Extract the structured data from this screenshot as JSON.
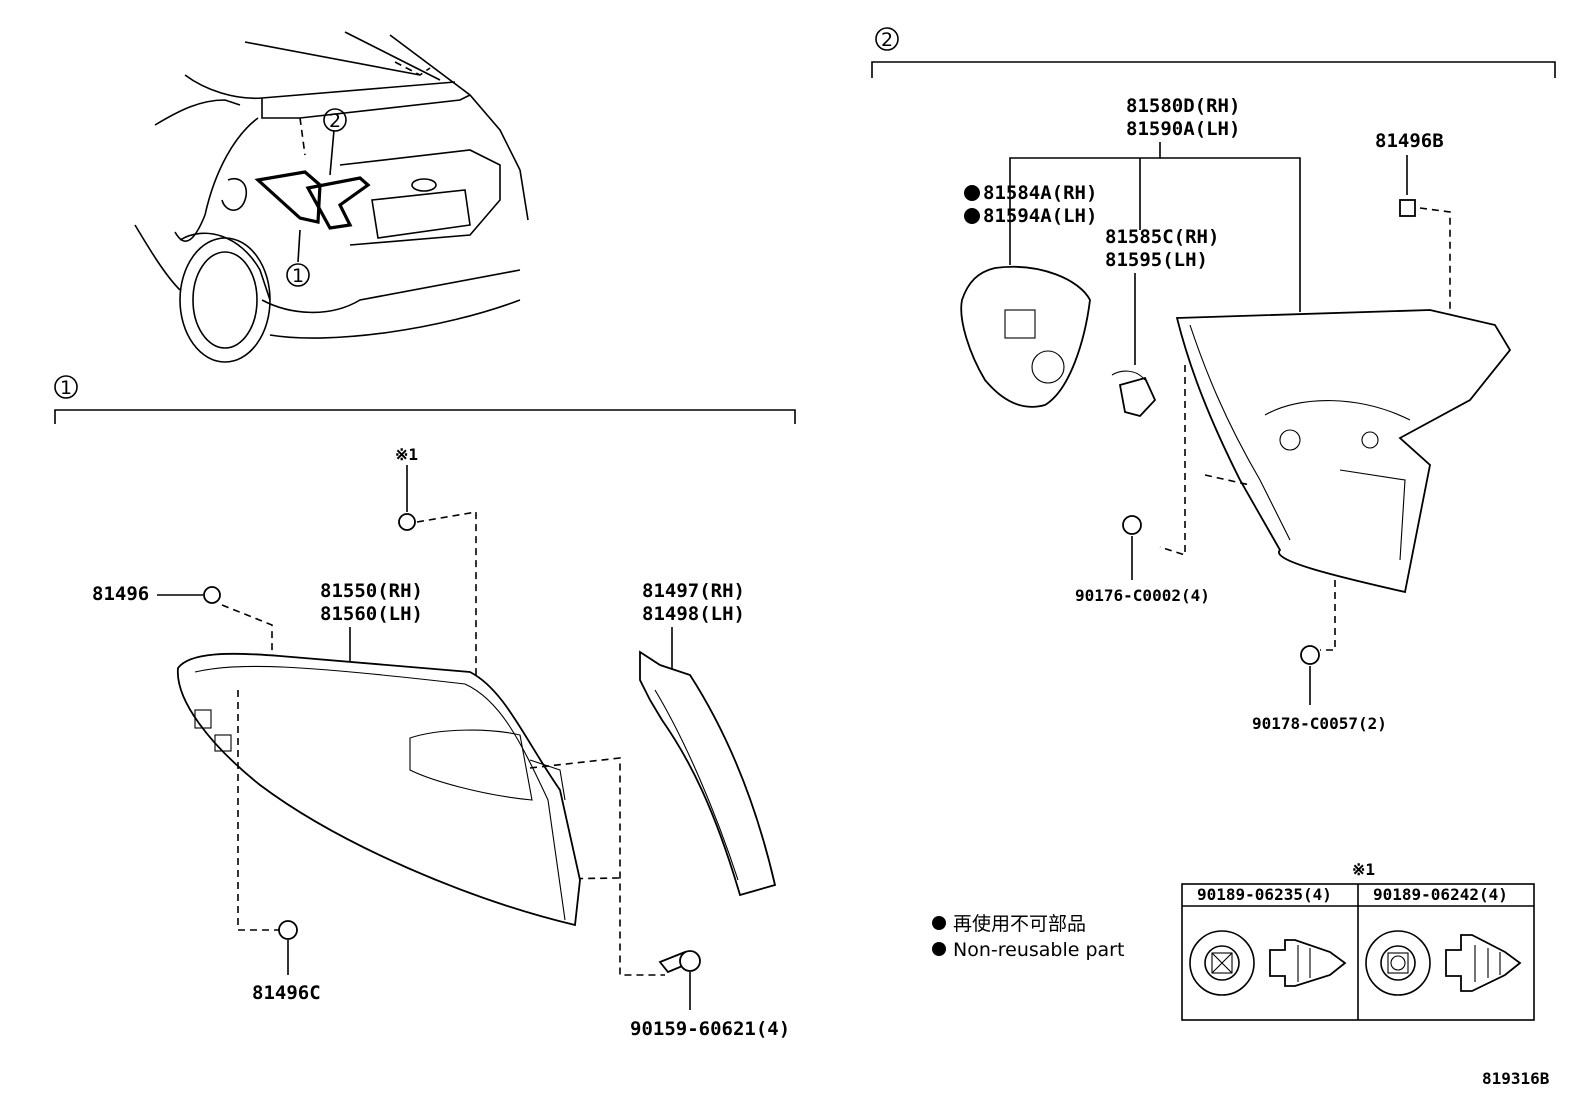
{
  "callouts": {
    "one": "1",
    "two": "2"
  },
  "group1": {
    "note_mark": "※1",
    "clip_81496": "81496",
    "lens_rh": "81550(RH)",
    "lens_lh": "81560(LH)",
    "cover_rh": "81497(RH)",
    "cover_lh": "81498(LH)",
    "clip_81496c": "81496C",
    "screw": "90159-60621(4)"
  },
  "group2": {
    "lamp_rh": "81580D(RH)",
    "lamp_lh": "81590A(LH)",
    "gasket_rh": "81584A(RH)",
    "gasket_lh": "81594A(LH)",
    "socket_rh": "81585C(RH)",
    "socket_lh": "81595(LH)",
    "clip_81496b": "81496B",
    "nut_1": "90176-C0002(4)",
    "nut_2": "90178-C0057(2)"
  },
  "legend": {
    "dot_jp": "再使用不可部品",
    "dot_en": "Non-reusable part",
    "table_mark": "※1",
    "col1": "90189-06235(4)",
    "col2": "90189-06242(4)"
  },
  "diagram_code": "819316B"
}
